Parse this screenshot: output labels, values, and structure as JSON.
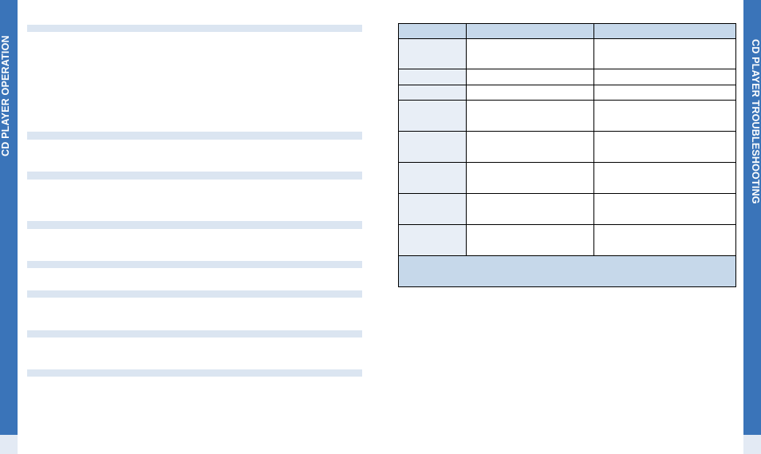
{
  "left_tab": {
    "title": "CD PLAYER OPERATION"
  },
  "right_tab": {
    "title": "CD PLAYER TROUBLESHOOTING"
  },
  "left_section_count": 8,
  "table": {
    "headers": [
      "",
      "",
      ""
    ],
    "row_count": 8
  },
  "colors": {
    "tab_blue": "#3a74b9",
    "section_bar": "#dbe5f1",
    "table_header": "#c6d8ea",
    "first_column": "#e8eef6"
  }
}
